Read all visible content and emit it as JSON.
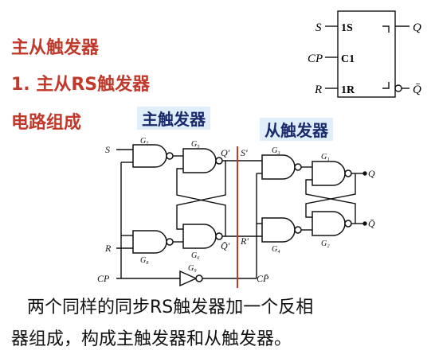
{
  "heading": {
    "title": "主从触发器",
    "subtitle": "1. 主从RS触发器",
    "section": "电路组成"
  },
  "labels": {
    "master": "主触发器",
    "slave": "从触发器"
  },
  "symbol": {
    "pins_left": [
      "S",
      "CP",
      "R"
    ],
    "pins_inner": [
      "1S",
      "C1",
      "1R"
    ],
    "outputs": [
      "Q",
      "Q̄"
    ]
  },
  "circuit": {
    "inputs": {
      "s": "S",
      "r": "R",
      "cp": "CP"
    },
    "gates": {
      "g7": "G₇",
      "g5": "G₅",
      "g8": "G₈",
      "g6": "G₆",
      "g3": "G₃",
      "g4": "G₄",
      "g1": "G₁",
      "g2": "G₂",
      "g9": "G₉"
    },
    "mid": {
      "q1": "Q′",
      "q1bar": "Q̄′",
      "s1": "S′",
      "r1": "R′",
      "cpbar": "CP̄"
    },
    "outputs": {
      "q": "Q",
      "qbar": "Q̄"
    }
  },
  "description": {
    "line1": "两个同样的同步RS触发器加一个反相",
    "line2": "器组成，构成主触发器和从触发器。"
  }
}
